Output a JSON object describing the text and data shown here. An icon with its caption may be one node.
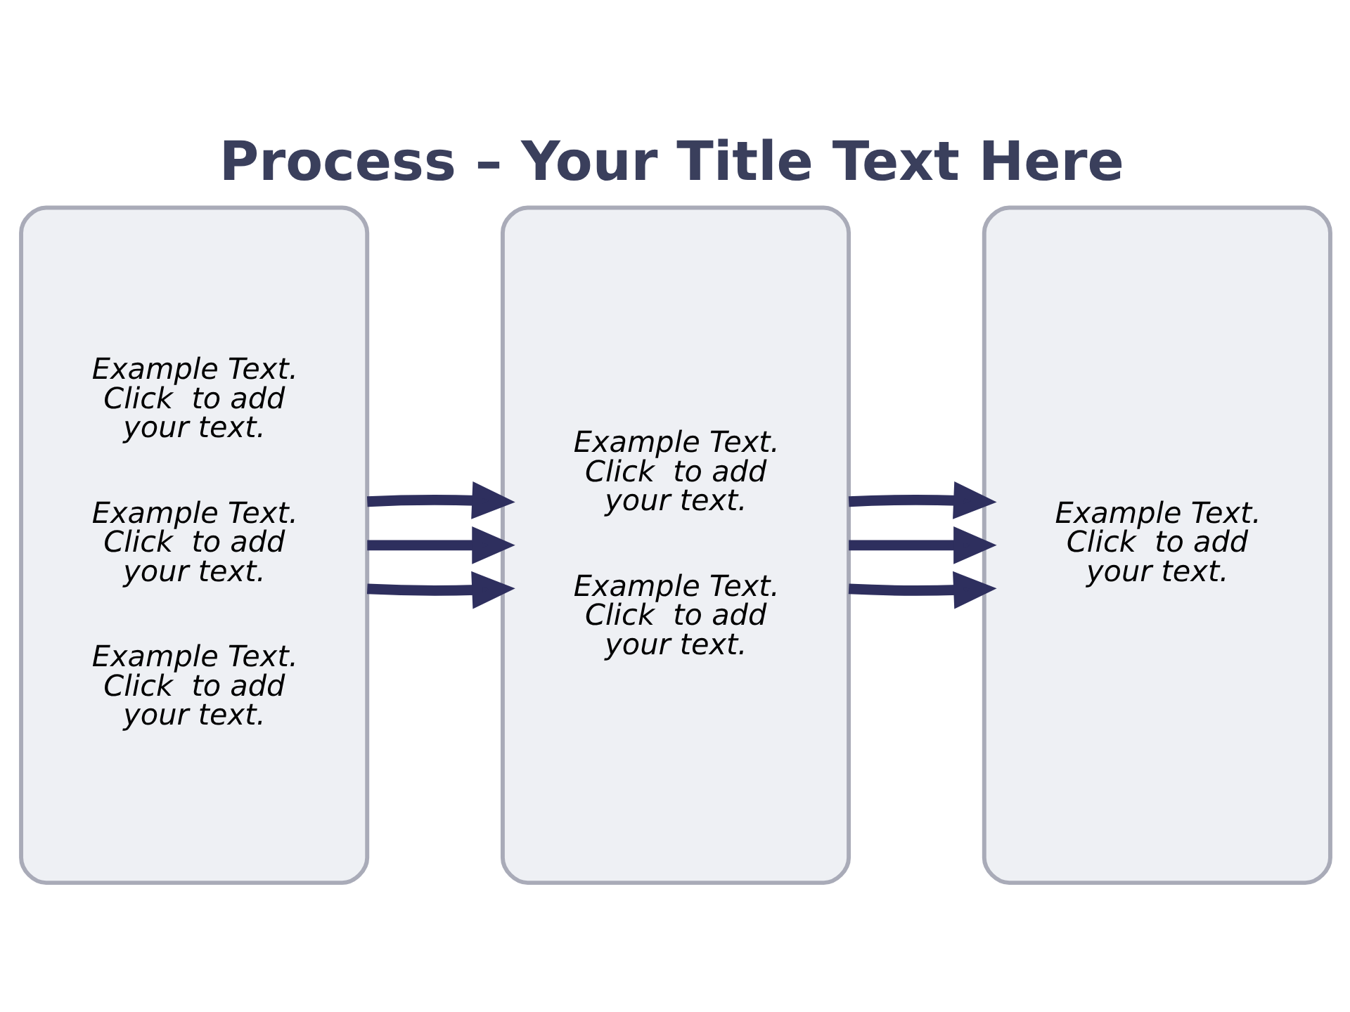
{
  "diagram": {
    "title": "Process – Your Title Text Here",
    "nodes": [
      {
        "text": [
          "Example Text. Click  to add your text.",
          "Example Text. Click  to add your text.",
          "Example Text. Click  to add your text."
        ]
      },
      {
        "text": [
          "Example Text. Click  to add your text.",
          "Example Text. Click  to add your text."
        ]
      },
      {
        "text": [
          "Example Text. Click  to add your text."
        ]
      }
    ],
    "edges": [
      {
        "from": 0,
        "to": 1,
        "arrow": "to"
      },
      {
        "from": 0,
        "to": 1,
        "arrow": "to"
      },
      {
        "from": 0,
        "to": 1,
        "arrow": "to"
      },
      {
        "from": 1,
        "to": 2,
        "arrow": "to"
      },
      {
        "from": 1,
        "to": 2,
        "arrow": "to"
      },
      {
        "from": 1,
        "to": 2,
        "arrow": "to"
      }
    ]
  }
}
